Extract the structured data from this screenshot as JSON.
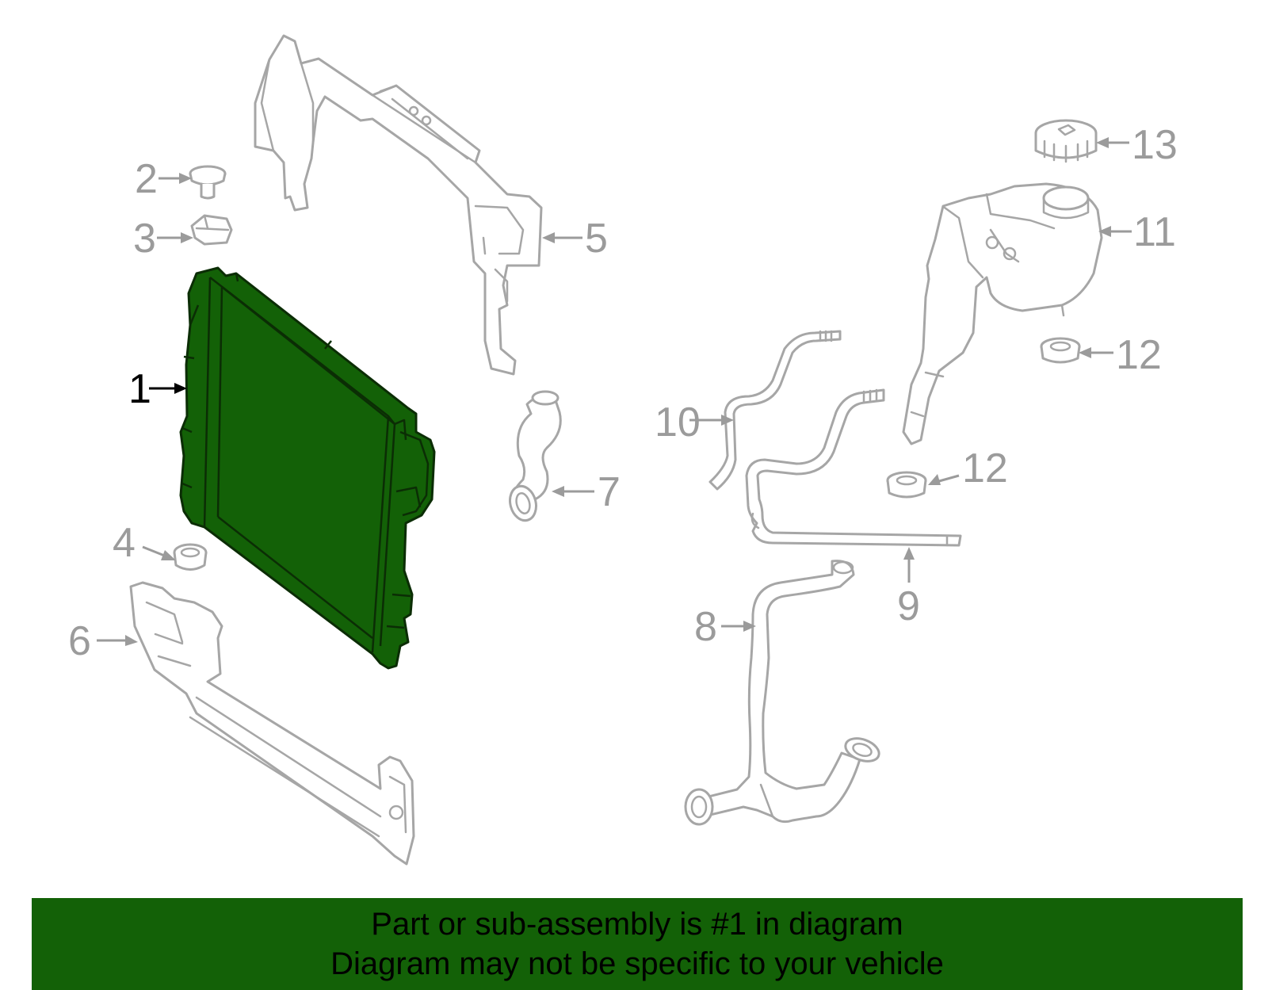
{
  "diagram": {
    "highlighted_part": "1",
    "callouts": {
      "c1": "1",
      "c2": "2",
      "c3": "3",
      "c4": "4",
      "c5": "5",
      "c6": "6",
      "c7": "7",
      "c8": "8",
      "c9": "9",
      "c10": "10",
      "c11": "11",
      "c12a": "12",
      "c12b": "12",
      "c13": "13"
    },
    "colors": {
      "highlight": "#136107",
      "part_outline": "#a6a6a6",
      "callout_text": "#9b9b9b",
      "active_callout": "#000000"
    }
  },
  "banner": {
    "line1": "Part or sub-assembly is #1 in diagram",
    "line2": "Diagram may not be specific to your vehicle",
    "background": "#136107"
  }
}
